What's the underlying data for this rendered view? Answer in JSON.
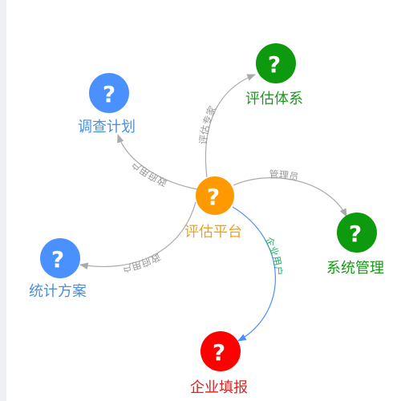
{
  "nodes": [
    {
      "id": "center",
      "label": "评估平台",
      "glyph": "?",
      "color": "#FF9900",
      "label_color": "#F0A020"
    },
    {
      "id": "plan",
      "label": "调查计划",
      "glyph": "?",
      "color": "#4A90FF",
      "label_color": "#4A90E2"
    },
    {
      "id": "system",
      "label": "评估体系",
      "glyph": "?",
      "color": "#0E9A0E",
      "label_color": "#199A19"
    },
    {
      "id": "manage",
      "label": "系统管理",
      "glyph": "?",
      "color": "#0E9A0E",
      "label_color": "#199A19"
    },
    {
      "id": "stats",
      "label": "统计方案",
      "glyph": "?",
      "color": "#4A90FF",
      "label_color": "#4A90E2"
    },
    {
      "id": "fill",
      "label": "企业填报",
      "glyph": "?",
      "color": "#FF0000",
      "label_color": "#E02020"
    }
  ],
  "edges": [
    {
      "from": "center",
      "to": "plan",
      "label": "政府用户",
      "color": "#AAAAAA",
      "label_color": "#999999"
    },
    {
      "from": "center",
      "to": "system",
      "label": "评估专家",
      "color": "#AAAAAA",
      "label_color": "#999999"
    },
    {
      "from": "center",
      "to": "manage",
      "label": "管理员",
      "color": "#AAAAAA",
      "label_color": "#999999"
    },
    {
      "from": "center",
      "to": "stats",
      "label": "政府用户",
      "color": "#AAAAAA",
      "label_color": "#999999"
    },
    {
      "from": "center",
      "to": "fill",
      "label": "企业用户",
      "color": "#4A90FF",
      "label_color": "#22AA66"
    }
  ]
}
